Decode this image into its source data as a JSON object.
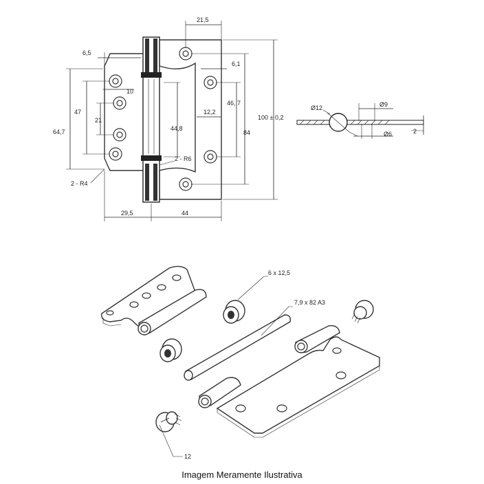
{
  "caption": "Imagem Meramente Ilustrativa",
  "front_view": {
    "dims": {
      "d_21_5": "21,5",
      "d_6_5": "6,5",
      "d_6_1": "6,1",
      "d_10": "10",
      "d_47": "47",
      "d_21": "21",
      "d_64_7": "64,7",
      "d_44_8": "44,8",
      "d_12_2": "12,2",
      "d_46_7": "46, 7",
      "d_84": "84",
      "d_100": "100 ± 0,2",
      "d_2_r6": "2 - R6",
      "d_2_r4": "2 - R4",
      "d_29_5": "29,5",
      "d_44": "44"
    }
  },
  "section_view": {
    "dims": {
      "d12": "Ø12",
      "d9": "Ø9",
      "d6": "Ø6",
      "t2": "2"
    }
  },
  "exploded_view": {
    "callouts": {
      "bushing": "6 x 12,5",
      "pin": "7,9 x 82  A3",
      "screw": "12"
    }
  }
}
